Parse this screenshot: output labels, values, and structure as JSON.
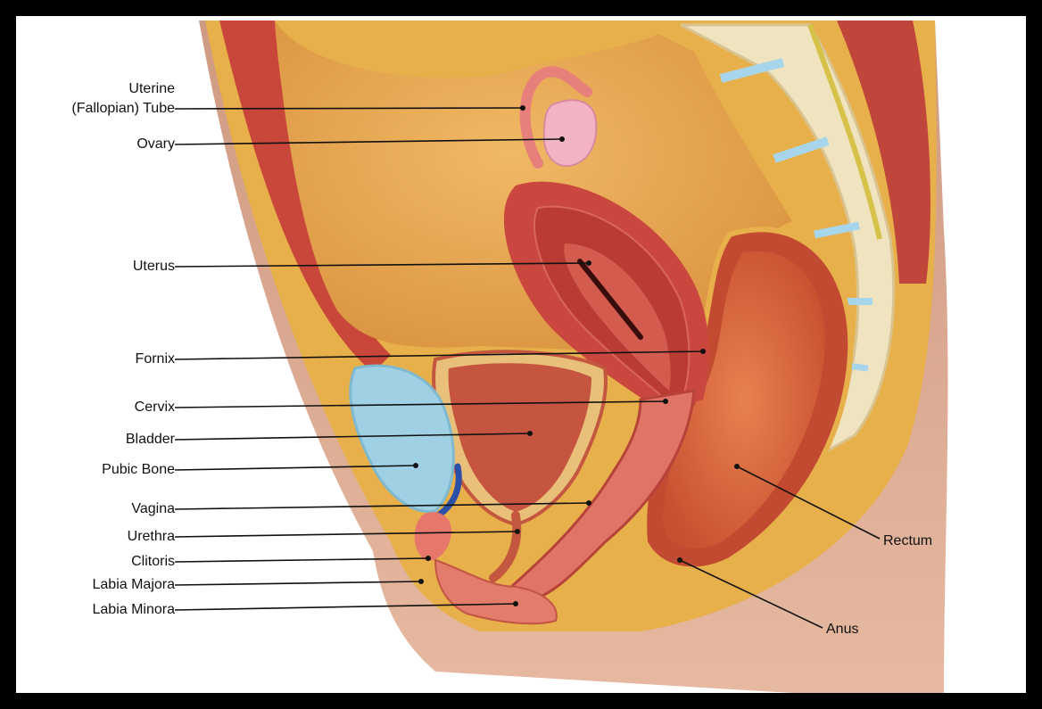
{
  "labels": {
    "uterine_tube_line1": "Uterine",
    "uterine_tube_line2": "(Fallopian) Tube",
    "ovary": "Ovary",
    "uterus": "Uterus",
    "fornix": "Fornix",
    "cervix": "Cervix",
    "bladder": "Bladder",
    "pubic_bone": "Pubic Bone",
    "vagina": "Vagina",
    "urethra": "Urethra",
    "clitoris": "Clitoris",
    "labia_majora": "Labia Majora",
    "labia_minora": "Labia Minora",
    "rectum": "Rectum",
    "anus": "Anus"
  },
  "colors": {
    "frame": "#000000",
    "background": "#ffffff",
    "skin": "#d9a48a",
    "fat": "#e8b04a",
    "peritoneum": "#e6a758",
    "muscle": "#c8463a",
    "uterus": "#c9473e",
    "bladder_wall": "#d76a4e",
    "pubic_bone": "#9fd0e3",
    "vertebra": "#efe3c0",
    "disc": "#a7d6ec",
    "rectum": "#dc6a45",
    "leader_line": "#111111"
  }
}
